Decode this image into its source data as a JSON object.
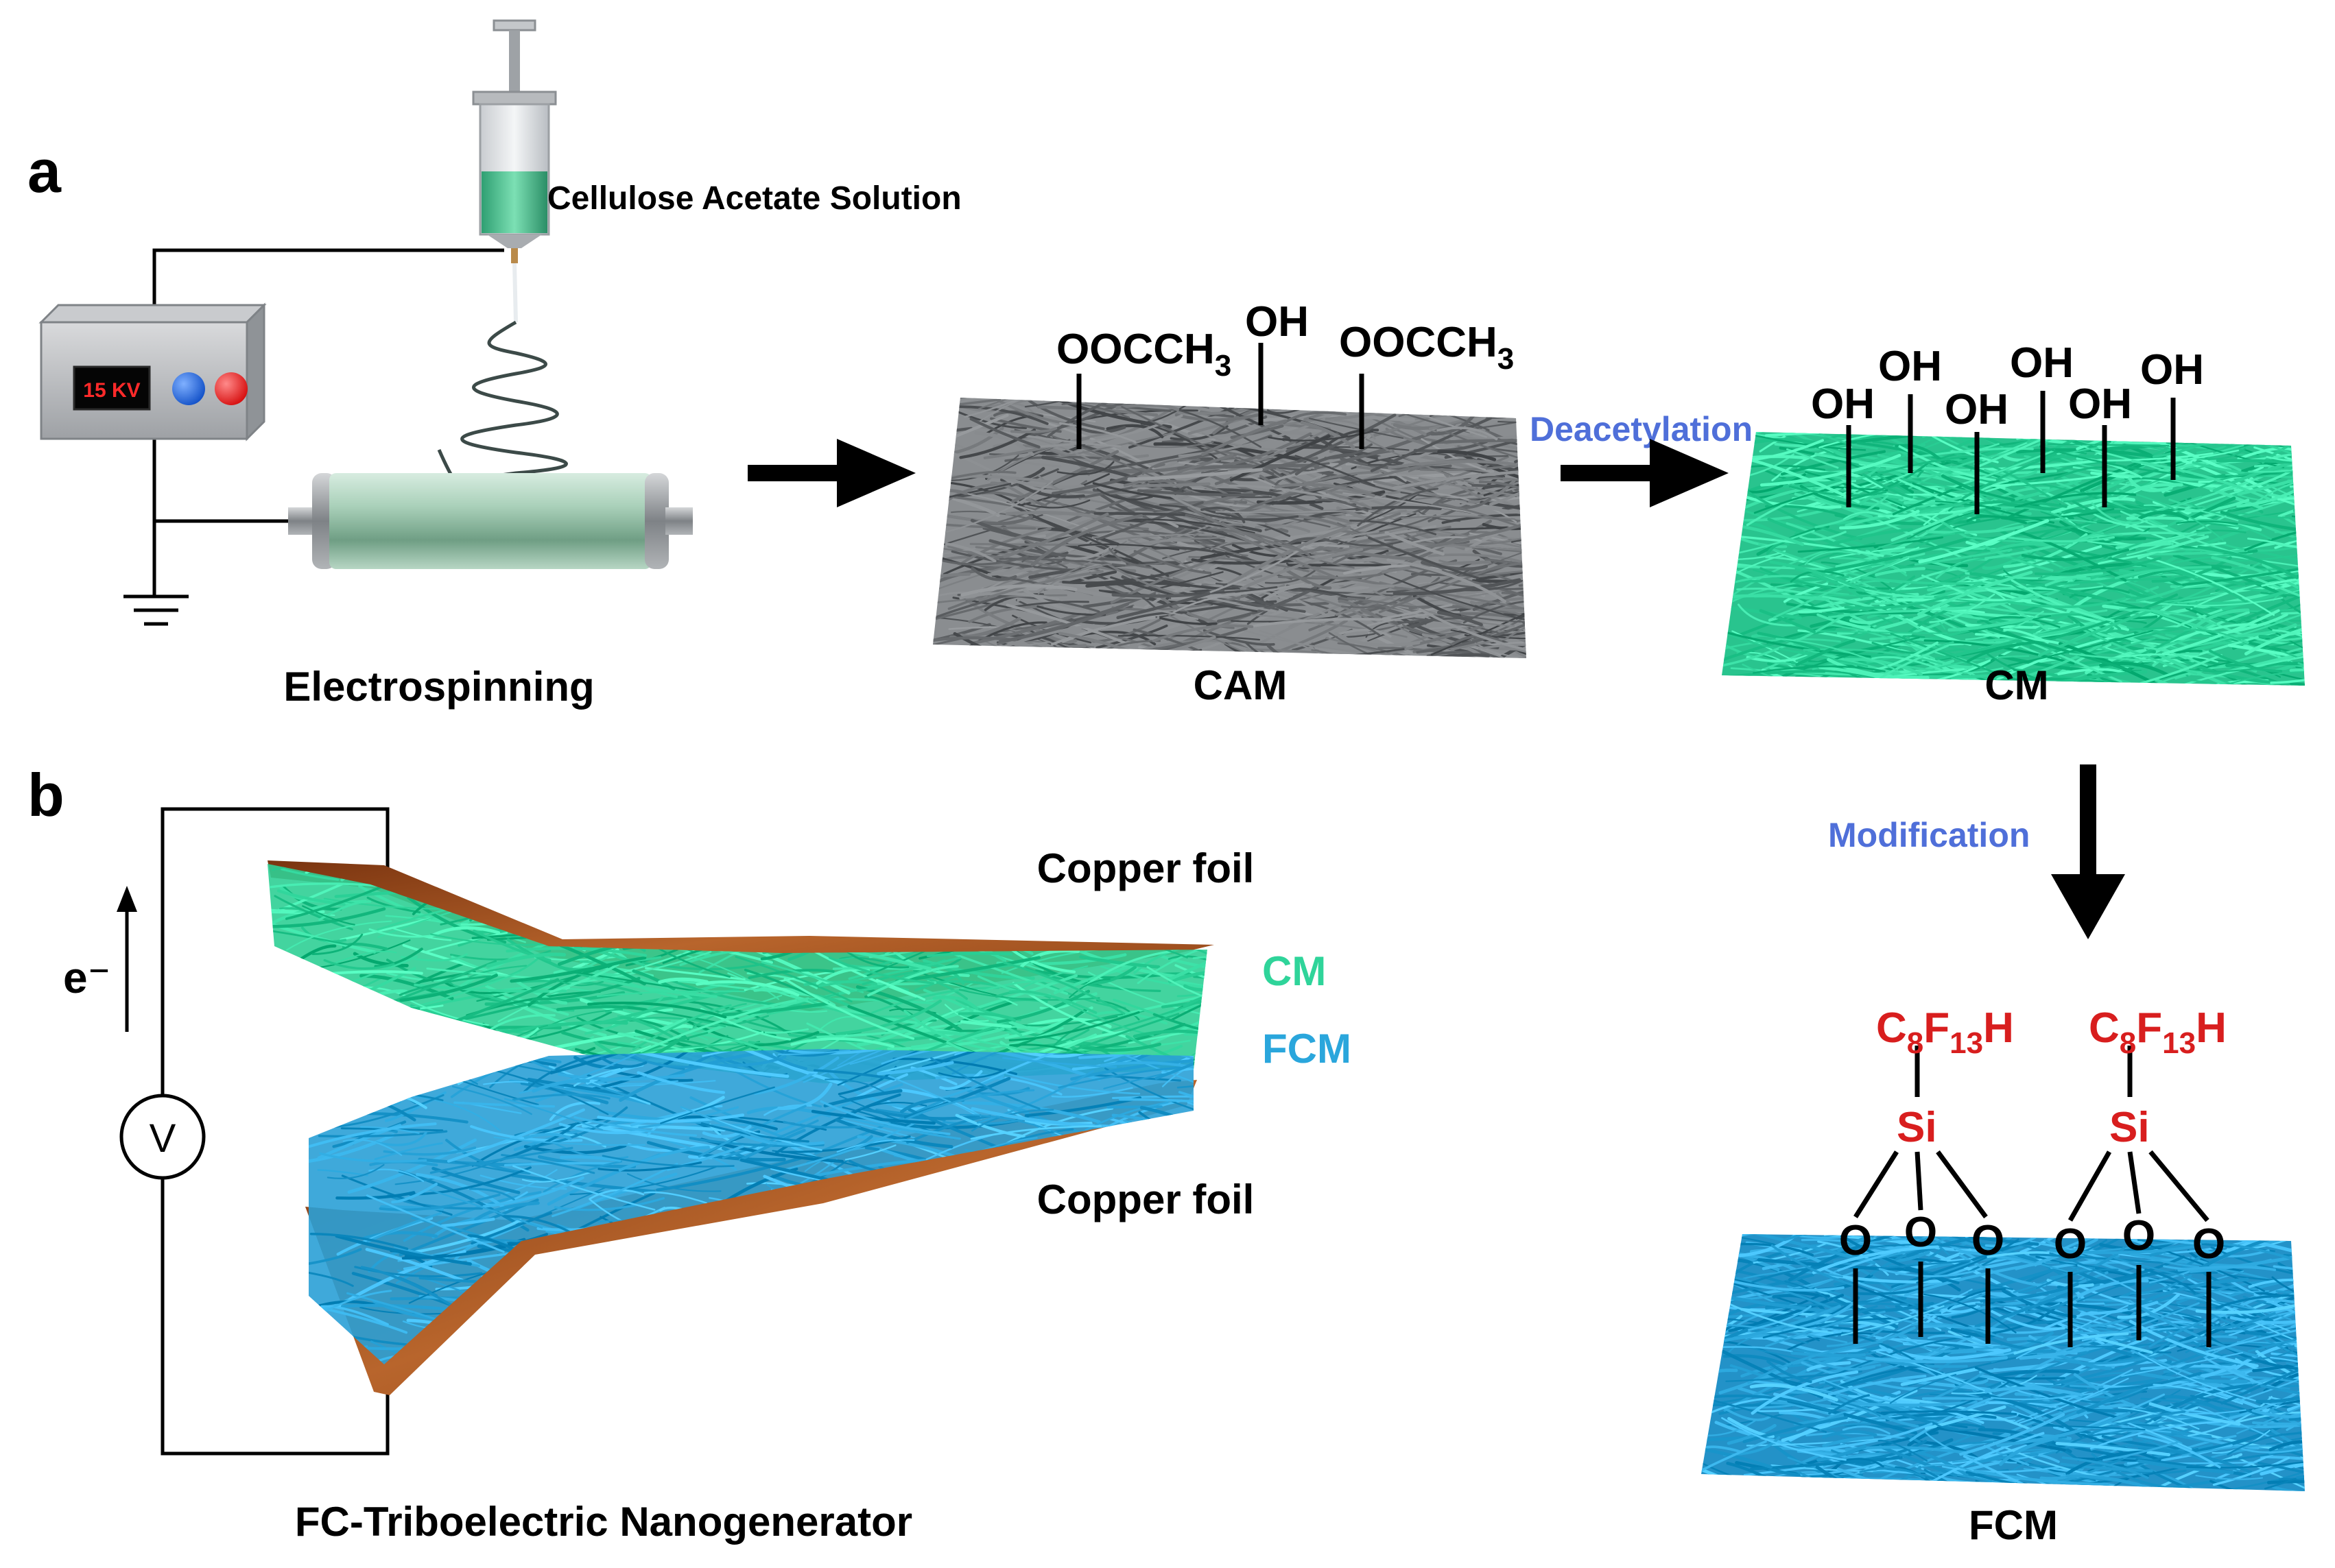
{
  "panels": {
    "a": {
      "letter": "a",
      "syringe_label": "Cellulose Acetate Solution",
      "voltage_display": "15 KV",
      "electrospinning_caption": "Electrospinning",
      "cam": {
        "caption": "CAM",
        "group_left": "OOCCH",
        "group_left_sub": "3",
        "group_mid": "OH",
        "group_right": "OOCCH",
        "group_right_sub": "3"
      },
      "deacetylation_label": "Deacetylation",
      "cm": {
        "caption": "CM",
        "oh": [
          "OH",
          "OH",
          "OH",
          "OH",
          "OH",
          "OH"
        ]
      },
      "modification_label": "Modification",
      "fcm": {
        "caption": "FCM",
        "chain_left": {
          "c": "C",
          "c_sub": "8",
          "f": "F",
          "f_sub": "13",
          "h": "H"
        },
        "chain_right": {
          "c": "C",
          "c_sub": "8",
          "f": "F",
          "f_sub": "13",
          "h": "H"
        },
        "si": [
          "Si",
          "Si"
        ],
        "o": [
          "O",
          "O",
          "O",
          "O",
          "O",
          "O"
        ]
      }
    },
    "b": {
      "letter": "b",
      "electron_label": "e⁻",
      "voltmeter_label": "V",
      "top_foil_label": "Copper foil",
      "bottom_foil_label": "Copper foil",
      "cm_label": "CM",
      "fcm_label": "FCM",
      "caption": "FC-Triboelectric Nanogenerator"
    }
  },
  "colors": {
    "cam_fiber": "#6c6f72",
    "cm_fiber": "#2fd49a",
    "fcm_fiber": "#2aa6dc",
    "copper": "#a5521c",
    "process_label": "#4f6fd9",
    "fluoro_label": "#d81e1e",
    "cm_text": "#2fd49a",
    "fcm_text": "#2aa6dc"
  }
}
